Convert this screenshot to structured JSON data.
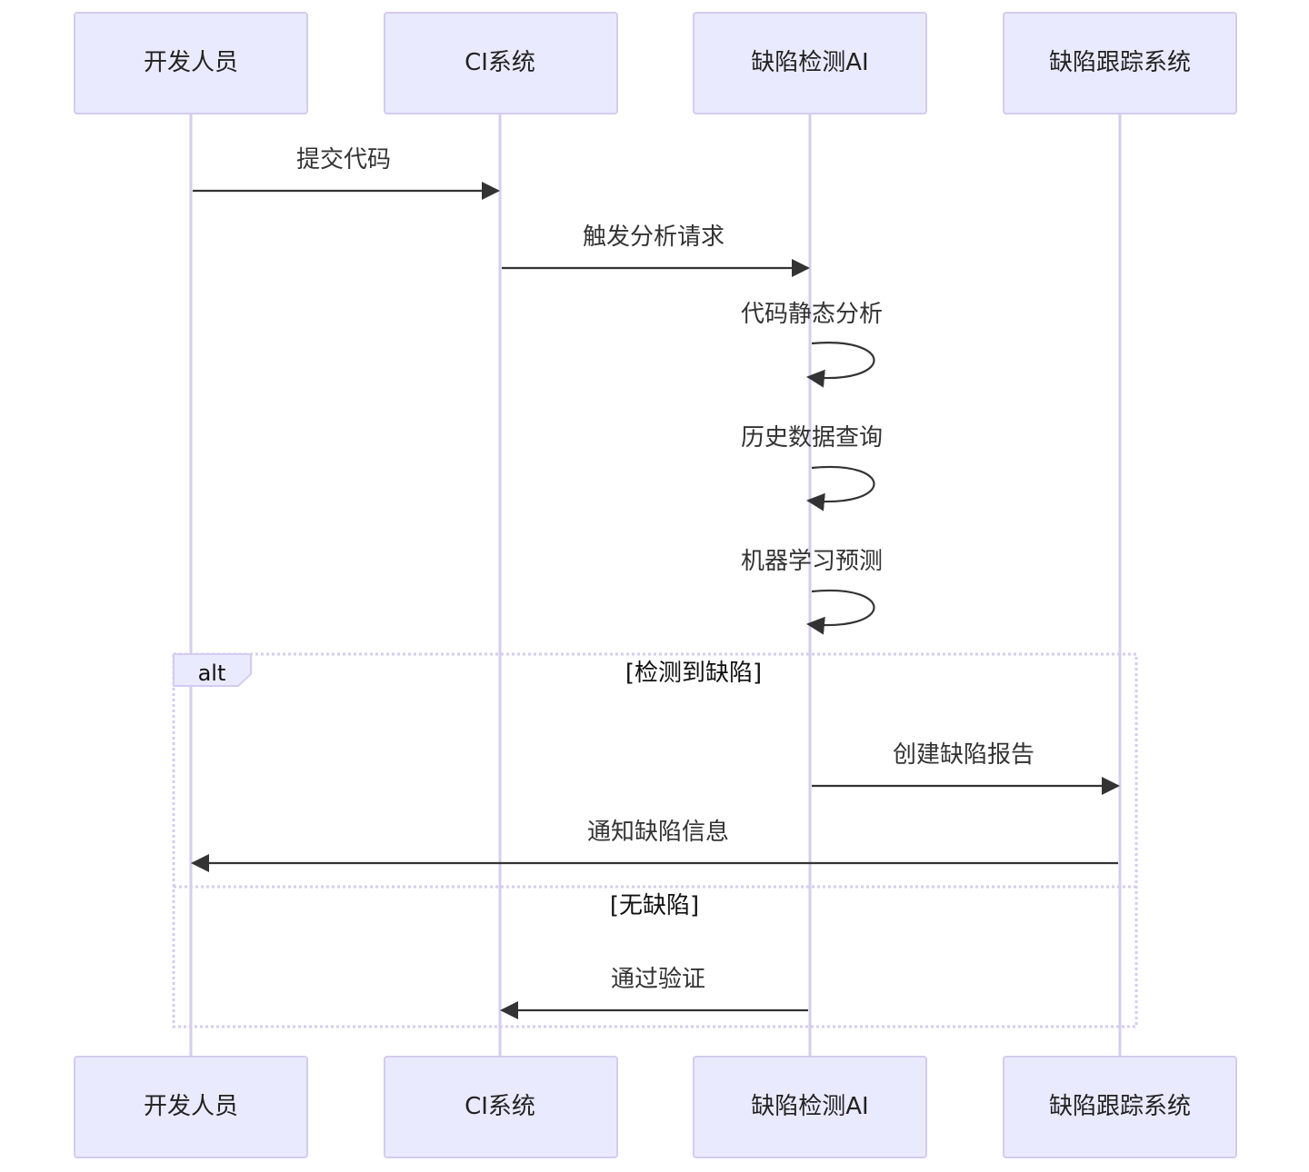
{
  "actors": [
    {
      "id": "dev",
      "label": "开发人员"
    },
    {
      "id": "ci",
      "label": "CI系统"
    },
    {
      "id": "ai",
      "label": "缺陷检测AI"
    },
    {
      "id": "tracker",
      "label": "缺陷跟踪系统"
    }
  ],
  "messages": [
    {
      "from": "dev",
      "to": "ci",
      "label": "提交代码"
    },
    {
      "from": "ci",
      "to": "ai",
      "label": "触发分析请求"
    },
    {
      "from": "ai",
      "to": "ai",
      "label": "代码静态分析"
    },
    {
      "from": "ai",
      "to": "ai",
      "label": "历史数据查询"
    },
    {
      "from": "ai",
      "to": "ai",
      "label": "机器学习预测"
    },
    {
      "from": "ai",
      "to": "tracker",
      "label": "创建缺陷报告"
    },
    {
      "from": "tracker",
      "to": "dev",
      "label": "通知缺陷信息"
    },
    {
      "from": "ai",
      "to": "ci",
      "label": "通过验证"
    }
  ],
  "alt_block": {
    "tag": "alt",
    "sections": [
      {
        "condition": "[检测到缺陷]"
      },
      {
        "condition": "[无缺陷]"
      }
    ]
  }
}
